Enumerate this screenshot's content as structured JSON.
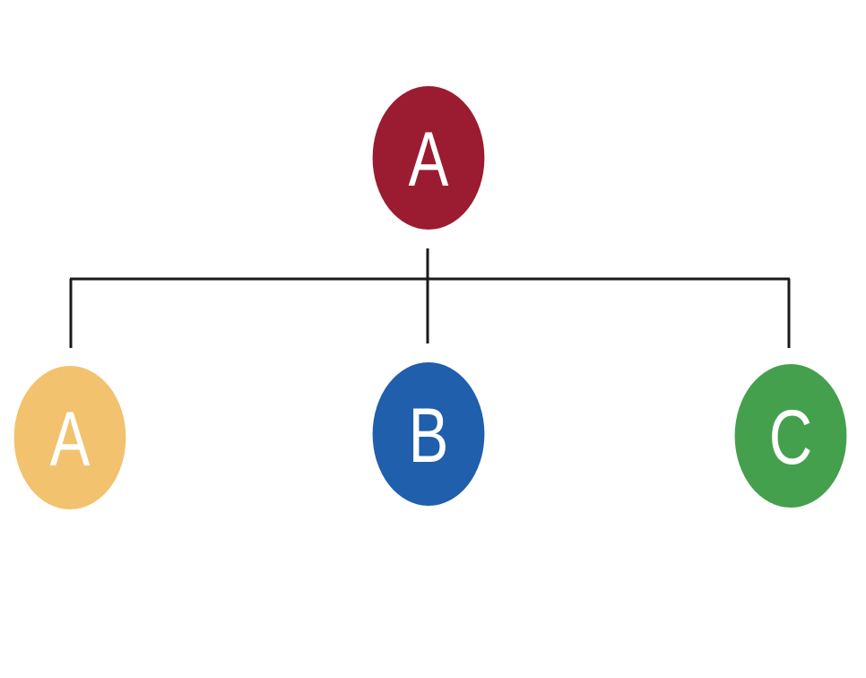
{
  "diagram": {
    "root": {
      "label": "A",
      "color": "#9b1b30"
    },
    "children": [
      {
        "label": "A",
        "color": "#f3c26f"
      },
      {
        "label": "B",
        "color": "#1f5fab"
      },
      {
        "label": "C",
        "color": "#44a04d"
      }
    ],
    "connector_color": "#1a1a1a"
  }
}
